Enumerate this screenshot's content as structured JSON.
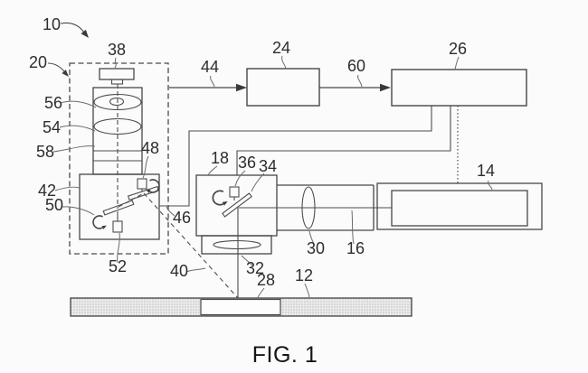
{
  "style": {
    "ink": "#474747",
    "label_color": "#2d2d2d",
    "background": "#fbfbfb"
  },
  "figure": {
    "caption": "FIG. 1"
  },
  "labels": {
    "system": "10",
    "laser_module": "20",
    "laser_source": "38",
    "lens_upper": "56",
    "lens_lower": "54",
    "laser_body": "58",
    "mirror_second": "48",
    "scanner_housing": "42",
    "mirror_first": "50",
    "mirror_actuator": "52",
    "process_beam": "40",
    "control_line": "46",
    "detection_unit": "18",
    "detector_actuator": "36",
    "detector_mirror": "34",
    "processing_module": "24",
    "laser_control_line": "44",
    "module_link": "60",
    "control_unit": "26",
    "detector": "14",
    "tube_lens": "30",
    "detection_tube": "16",
    "objective_lens": "32",
    "melt_zone": "28",
    "workpiece": "12"
  }
}
